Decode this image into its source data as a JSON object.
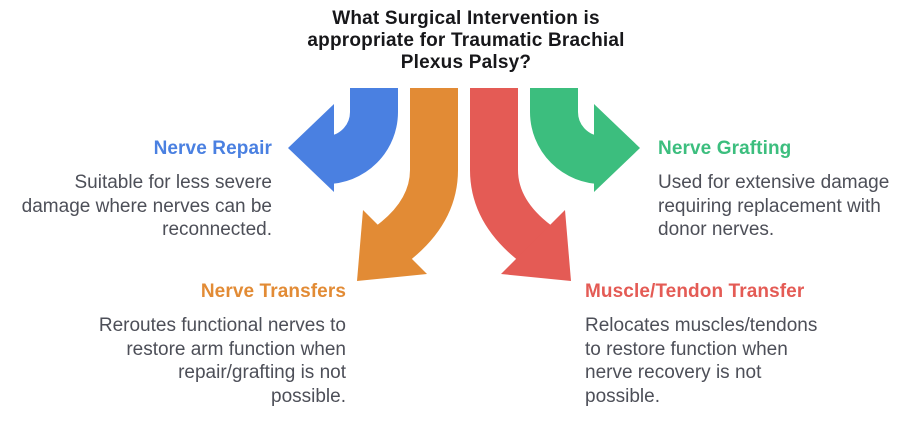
{
  "diagram": {
    "title": "What Surgical Intervention is\nappropriate for Traumatic Brachial\nPlexus Palsy?",
    "title_color": "#17171a",
    "body_text_color": "#4d4f58",
    "background_color": "#ffffff",
    "options": [
      {
        "id": "nerve-repair",
        "label": "Nerve Repair",
        "color": "#4a80e1",
        "arrow_direction": "curved-left",
        "description": "Suitable for less severe\ndamage where nerves can be\nreconnected."
      },
      {
        "id": "nerve-grafting",
        "label": "Nerve Grafting",
        "color": "#3cbe7e",
        "arrow_direction": "curved-right",
        "description": "Used for extensive damage\nrequiring replacement with\ndonor nerves."
      },
      {
        "id": "nerve-transfers",
        "label": "Nerve Transfers",
        "color": "#e28b35",
        "arrow_direction": "curved-down-left",
        "description": "Reroutes functional nerves to\nrestore arm function when\nrepair/grafting is not\npossible."
      },
      {
        "id": "muscle-tendon-transfer",
        "label": "Muscle/Tendon Transfer",
        "color": "#e45b55",
        "arrow_direction": "curved-down-right",
        "description": "Relocates muscles/tendons\nto restore function when\nnerve recovery is not\npossible."
      }
    ]
  }
}
